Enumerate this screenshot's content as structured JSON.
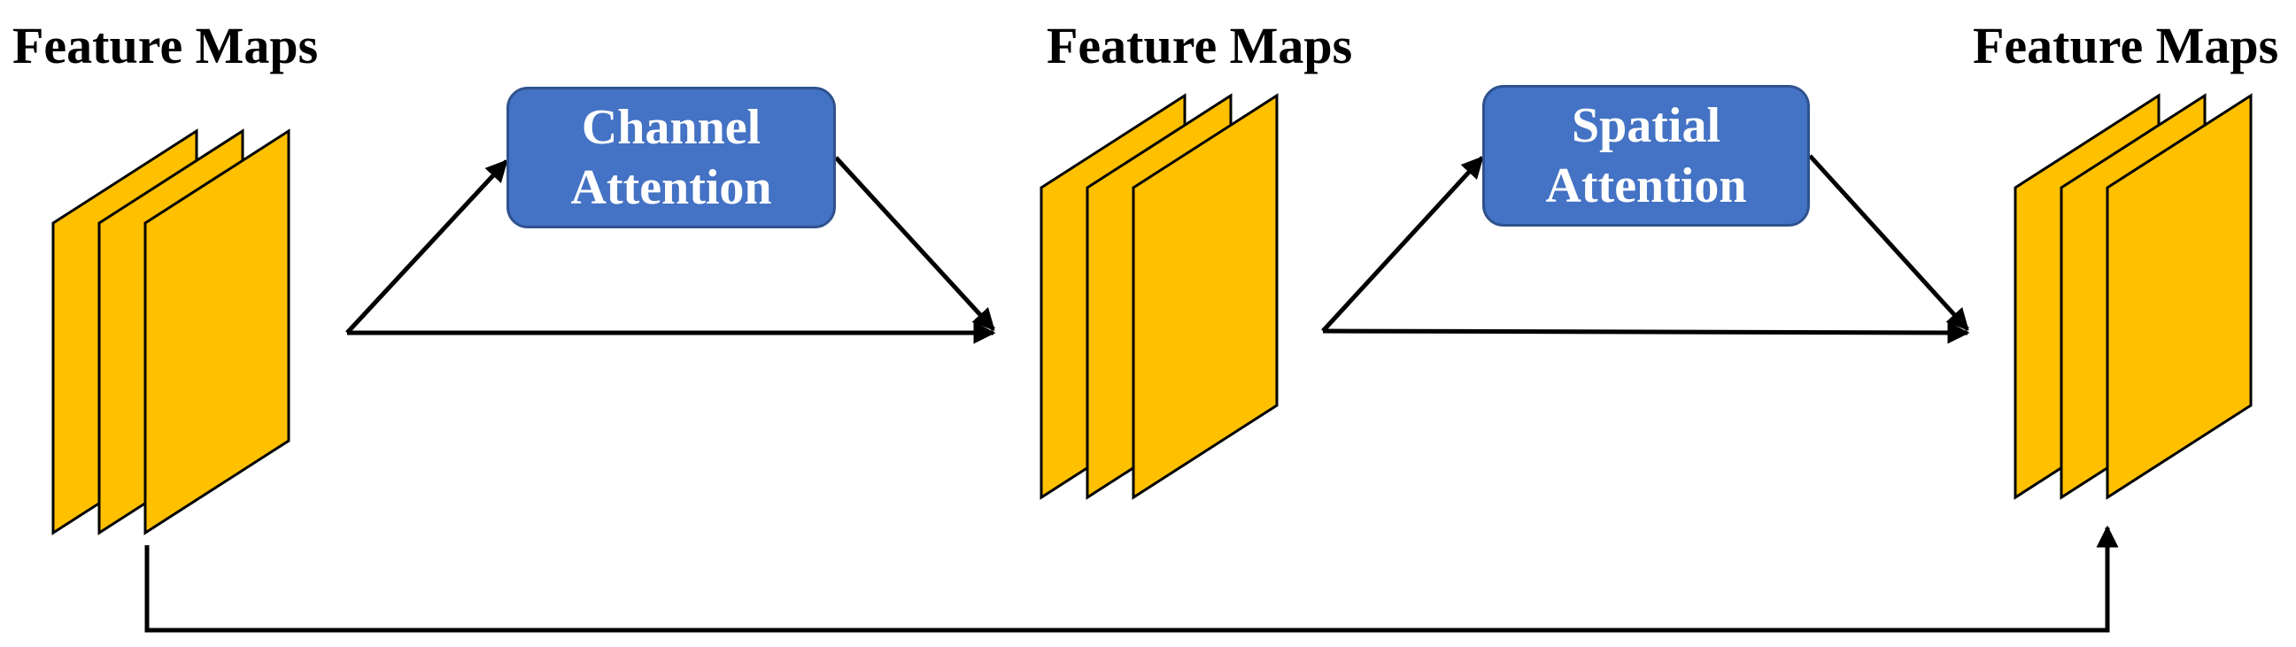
{
  "feature_maps": {
    "left_title": "Feature Maps",
    "middle_title": "Feature Maps",
    "right_title": "Feature Maps",
    "fill_color": "#FFC000",
    "stroke_color": "#000000"
  },
  "channel_attention": {
    "line1": "Channel",
    "line2": "Attention",
    "fill_color": "#4472C4"
  },
  "spatial_attention": {
    "line1": "Spatial",
    "line2": "Attention",
    "fill_color": "#4472C4"
  },
  "arrow_color": "#000000"
}
